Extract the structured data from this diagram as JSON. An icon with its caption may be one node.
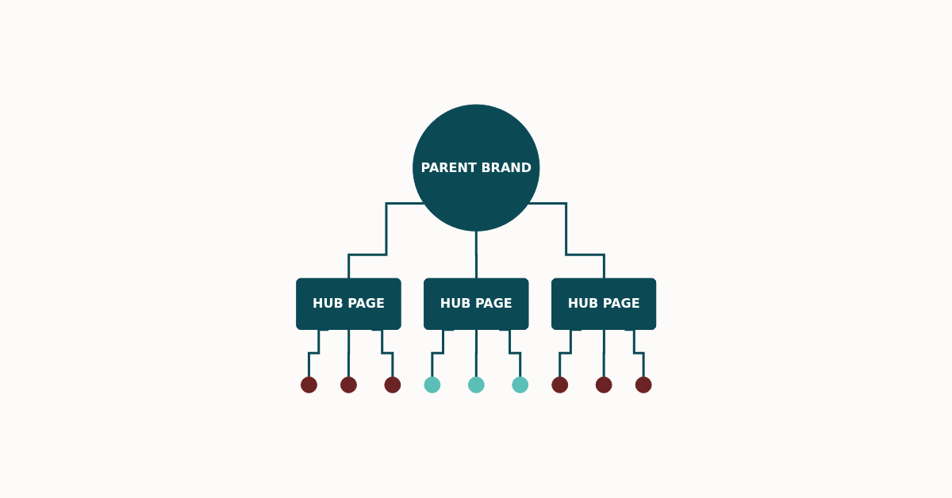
{
  "diagram": {
    "nodes": [
      {
        "text": [
          "PARENT BRAND"
        ]
      },
      {
        "text": [
          "HUB PAGE"
        ]
      },
      {
        "text": [
          "HUB PAGE"
        ]
      },
      {
        "text": [
          "HUB PAGE"
        ]
      },
      {
        "text": [],
        "shape": "circle"
      },
      {
        "text": [],
        "shape": "circle"
      },
      {
        "text": [],
        "shape": "circle"
      },
      {
        "text": [],
        "shape": "circle"
      },
      {
        "text": [],
        "shape": "circle"
      },
      {
        "text": [],
        "shape": "circle"
      },
      {
        "text": [],
        "shape": "circle"
      },
      {
        "text": [],
        "shape": "circle"
      },
      {
        "text": [],
        "shape": "circle"
      }
    ],
    "edges": [
      {
        "from": 0,
        "to": 1,
        "arrow": "none"
      },
      {
        "from": 0,
        "to": 2,
        "arrow": "none"
      },
      {
        "from": 0,
        "to": 3,
        "arrow": "none"
      },
      {
        "from": 1,
        "to": 4,
        "arrow": "none"
      },
      {
        "from": 1,
        "to": 5,
        "arrow": "none"
      },
      {
        "from": 1,
        "to": 6,
        "arrow": "none"
      },
      {
        "from": 2,
        "to": 7,
        "arrow": "none"
      },
      {
        "from": 2,
        "to": 8,
        "arrow": "none"
      },
      {
        "from": 2,
        "to": 9,
        "arrow": "none"
      },
      {
        "from": 3,
        "to": 10,
        "arrow": "none"
      },
      {
        "from": 3,
        "to": 11,
        "arrow": "none"
      },
      {
        "from": 3,
        "to": 12,
        "arrow": "none"
      }
    ]
  }
}
